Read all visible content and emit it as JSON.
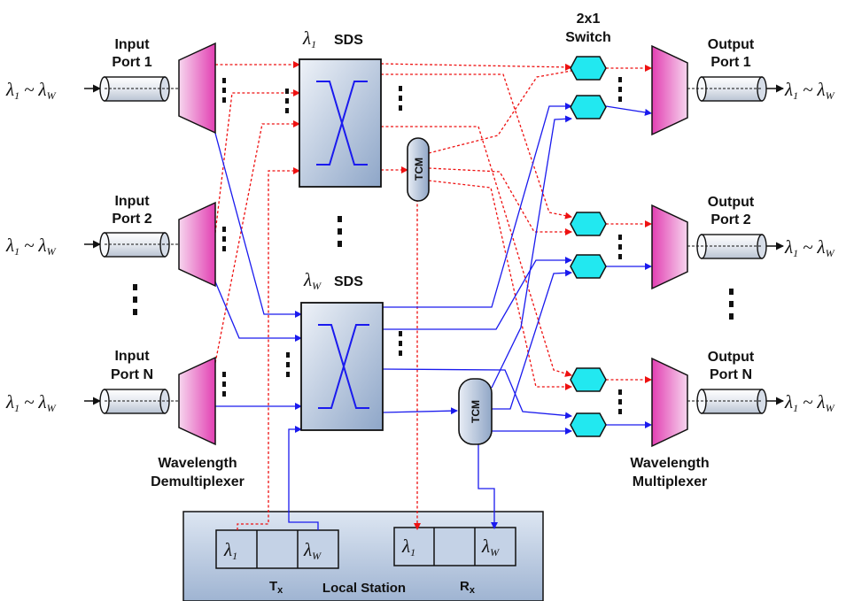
{
  "labels": {
    "input_port_1": [
      "Input",
      "Port 1"
    ],
    "input_port_2": [
      "Input",
      "Port 2"
    ],
    "input_port_n": [
      "Input",
      "Port N"
    ],
    "output_port_1": [
      "Output",
      "Port 1"
    ],
    "output_port_2": [
      "Output",
      "Port 2"
    ],
    "output_port_n": [
      "Output",
      "Port N"
    ],
    "switch": [
      "2x1",
      "Switch"
    ],
    "sds_suffix": "SDS",
    "tcm": "TCM",
    "demux": [
      "Wavelength",
      "Demultiplexer"
    ],
    "mux": [
      "Wavelength",
      "Multiplexer"
    ],
    "local_station": "Local Station",
    "tx": "T",
    "tx_sub": "x",
    "rx": "R",
    "rx_sub": "x"
  },
  "symbols": {
    "lambda": "λ",
    "tilde": "~",
    "sub_1": "1",
    "sub_w": "W"
  },
  "colors": {
    "red_path": "#ee1111",
    "blue_path": "#1a1aee",
    "switch_fill": "#22e8f0",
    "mux_fill": "#ee44bb",
    "box_fill": "#b8c8e0"
  }
}
